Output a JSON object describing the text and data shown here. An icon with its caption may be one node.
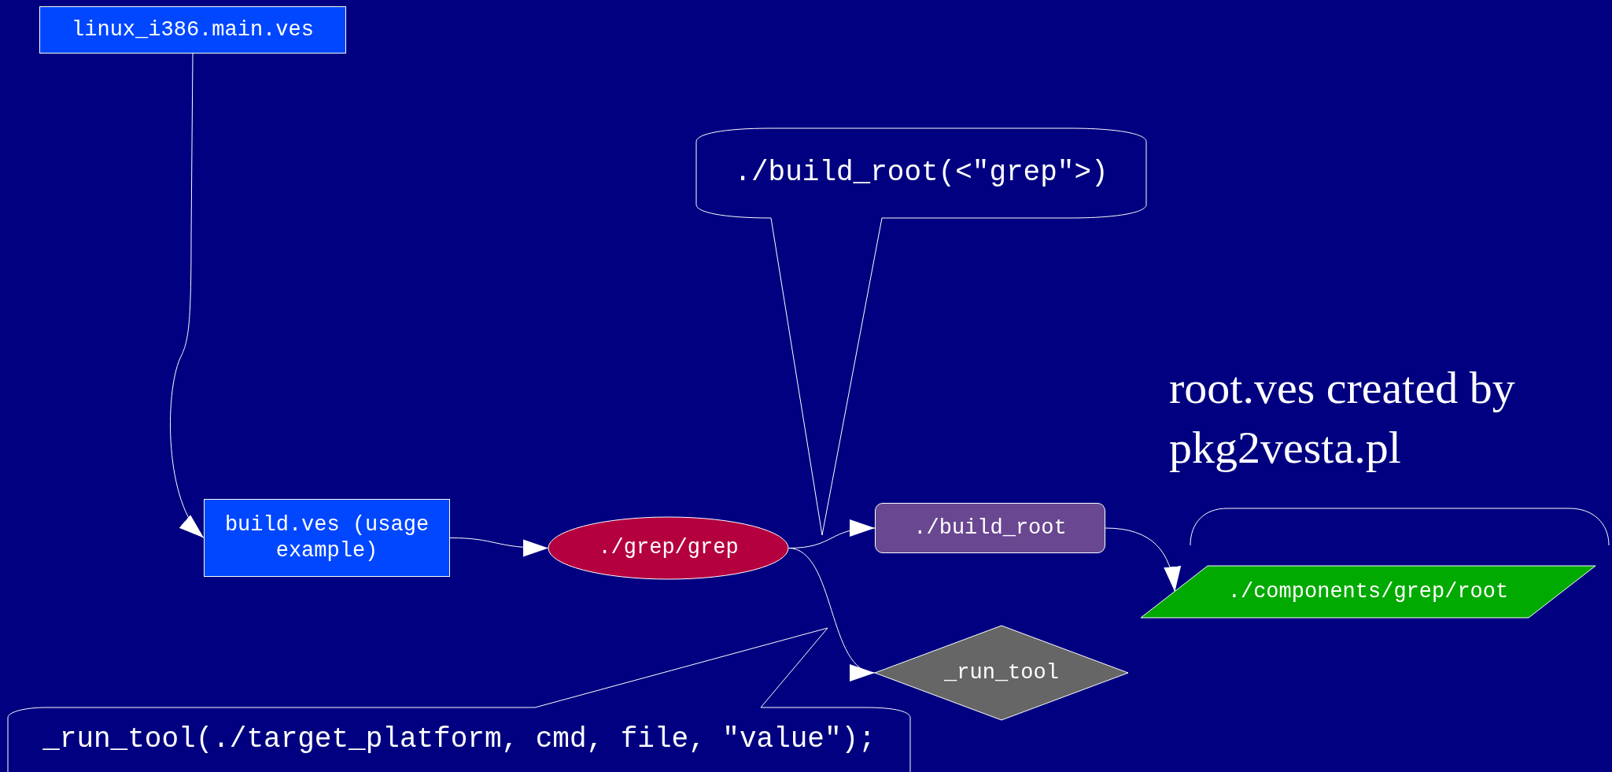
{
  "diagram": {
    "nodes": [
      {
        "text": [
          "linux_i386.main.ves"
        ]
      },
      {
        "text": [
          "build.ves (usage example)"
        ]
      },
      {
        "text": [
          "./grep/grep"
        ]
      },
      {
        "text": [
          "./build_root"
        ]
      },
      {
        "text": [
          "./components/grep/root"
        ]
      },
      {
        "text": [
          "_run_tool"
        ]
      },
      {
        "text": [
          "./build_root(<\"grep\">)"
        ]
      },
      {
        "text": [
          "_run_tool(./target_platform, cmd, file, \"value\");"
        ]
      }
    ],
    "edges": [
      {
        "from": 0,
        "to": 1,
        "arrow": "to"
      },
      {
        "from": 1,
        "to": 2,
        "arrow": "to"
      },
      {
        "from": 2,
        "to": 3,
        "arrow": "to"
      },
      {
        "from": 2,
        "to": 5,
        "arrow": "to"
      },
      {
        "from": 3,
        "to": 4,
        "arrow": "to"
      }
    ],
    "labels": [
      "root.ves created by pkg2vesta.pl"
    ]
  }
}
